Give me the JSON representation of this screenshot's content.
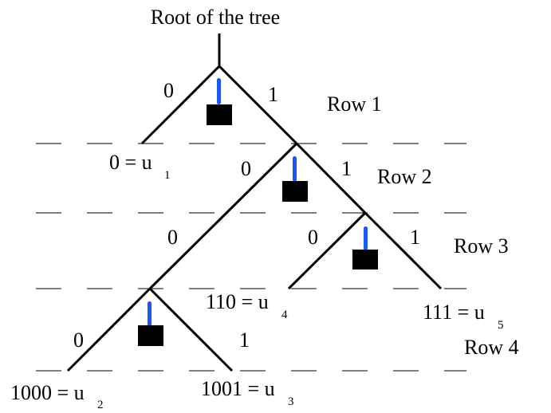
{
  "diagram": {
    "root_label": "Root of the tree",
    "edge_labels": [
      "0",
      "1",
      "0",
      "1",
      "0",
      "0",
      "1",
      "0",
      "1"
    ],
    "rows": [
      "Row 1",
      "Row 2",
      "Row 3",
      "Row 4"
    ],
    "leaves": [
      {
        "id": "u1",
        "code": "0 = u",
        "sub": "1"
      },
      {
        "id": "u2",
        "code": "1000 = u",
        "sub": "2"
      },
      {
        "id": "u3",
        "code": "1001 = u",
        "sub": "3"
      },
      {
        "id": "u4",
        "code": "110 = u",
        "sub": "4"
      },
      {
        "id": "u5",
        "code": "111 = u",
        "sub": "5"
      }
    ],
    "colors": {
      "line": "#000000",
      "dash": "#333333",
      "marker_pole": "#1a56f0",
      "marker_box": "#000000"
    }
  }
}
